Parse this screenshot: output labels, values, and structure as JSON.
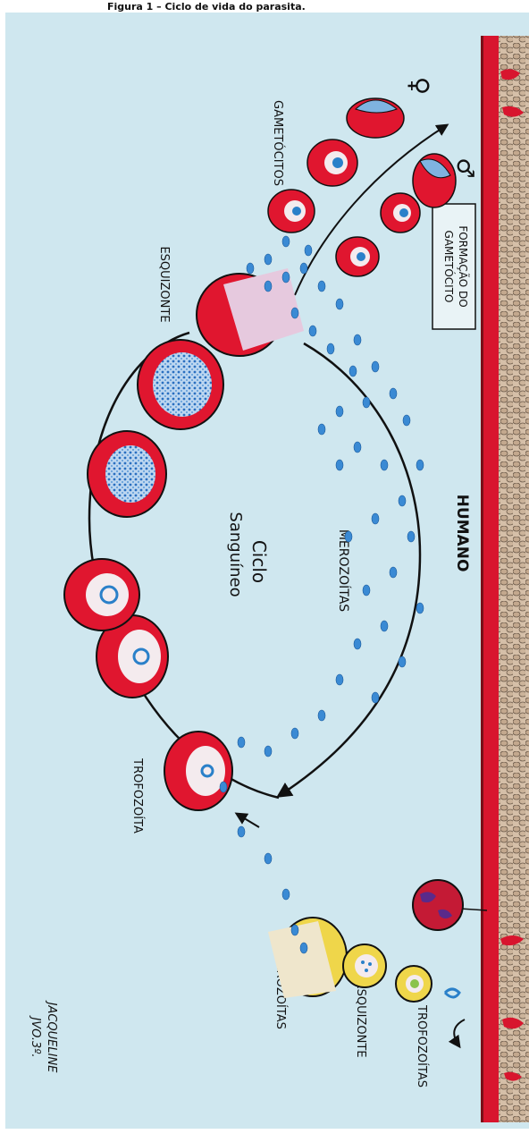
{
  "header": {
    "caption": "Figura 1 – Ciclo de vida do parasita."
  },
  "labels": {
    "humano": "HUMANO",
    "ciclo_line1": "Ciclo",
    "ciclo_line2": "Sanguíneo",
    "merozoitas_center": "MEROZOÍTAS",
    "gametocitos": "GAMETÓCITOS",
    "esquizonte_top": "ESQUIZONTE",
    "trofozoita_mid": "TROFOZOÍTA",
    "merozoitas_bottom": "MEROZOÍTAS",
    "esquizonte_bottom": "ESQUIZONTE",
    "trofozoitas_bottom": "TROFOZOÍTAS",
    "formacao_line1": "FORMAÇÃO DO",
    "formacao_line2": "GAMETÓCITO",
    "female_symbol": "♀",
    "male_symbol": "♂",
    "signature_line1": "JACQUELINE",
    "signature_line2": "JVO.3º."
  },
  "colors": {
    "background": "#cfe7ef",
    "rbc_red": "#e0162f",
    "rbc_center": "#f4ebee",
    "parasite_blue": "#2a80c9",
    "liver_yellow": "#efd64a",
    "skin_red": "#d8152e",
    "tissue": "#c9b09a"
  }
}
